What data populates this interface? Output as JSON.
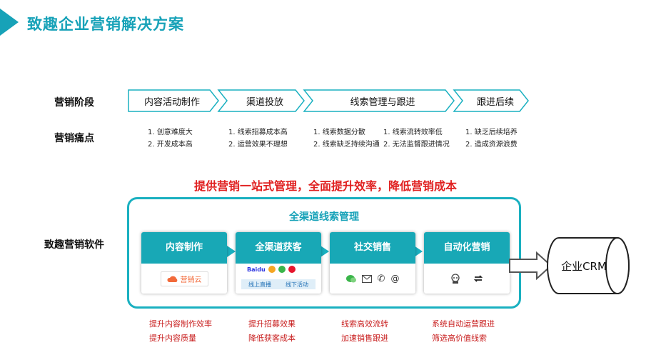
{
  "title": "致趣企业营销解决方案",
  "rows": {
    "stage_label": "营销阶段",
    "pain_label": "营销痛点",
    "software_label": "致趣营销软件"
  },
  "stages": [
    "内容活动制作",
    "渠道投放",
    "线索管理与跟进",
    "跟进后续"
  ],
  "pains": {
    "col1": [
      "1. 创意难度大",
      "2. 开发成本高"
    ],
    "col2": [
      "1. 线索招募成本高",
      "2. 运营效果不理想"
    ],
    "col3": [
      "1. 线索数据分散",
      "2. 线索缺乏持续沟通"
    ],
    "col4": [
      "1. 线索流转效率低",
      "2. 无法监督跟进情况"
    ],
    "col5": [
      "1. 缺乏后续培养",
      "2. 造成资源浪费"
    ]
  },
  "slogan": "提供营销一站式管理，全面提升效率，降低营销成本",
  "panel_title": "全渠道线索管理",
  "cards": [
    {
      "title": "内容制作",
      "logo_text": "营销云"
    },
    {
      "title": "全渠道获客",
      "logo_text": "Baidu",
      "tag1": "线上直播",
      "tag2": "线下活动"
    },
    {
      "title": "社交销售"
    },
    {
      "title": "自动化营销"
    }
  ],
  "crm_label": "企业CRM",
  "benefits": {
    "col1": [
      "提升内容制作效率",
      "提升内容质量"
    ],
    "col2": [
      "提升招募效果",
      "降低获客成本"
    ],
    "col3": [
      "线索高效流转",
      "加速销售跟进"
    ],
    "col4": [
      "系统自动运营跟进",
      "筛选高价值线索"
    ]
  },
  "colors": {
    "accent": "#17a2b8",
    "card_head": "#18a8b6",
    "slogan": "#e02020"
  }
}
